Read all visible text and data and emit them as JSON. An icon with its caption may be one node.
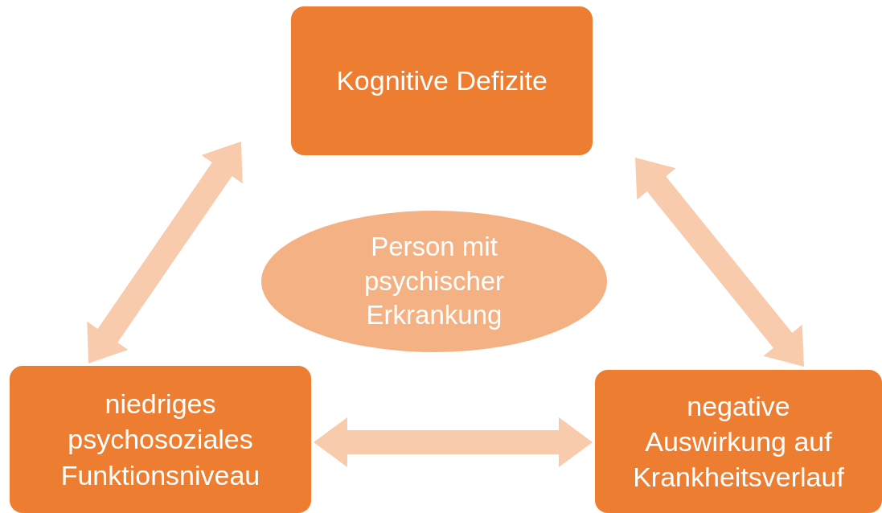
{
  "diagram": {
    "nodes": [
      {
        "text": [
          "Kognitive Defizite"
        ]
      },
      {
        "text": [
          "Person mit psychischer Erkrankung"
        ]
      },
      {
        "text": [
          "niedriges psychosoziales Funktionsniveau"
        ]
      },
      {
        "text": [
          "negative Auswirkung auf Krankheitsverlauf"
        ]
      }
    ],
    "edges": [
      {
        "from": 2,
        "to": 0,
        "arrow": "both",
        "style": "thick"
      },
      {
        "from": 0,
        "to": 3,
        "arrow": "both",
        "style": "thick"
      },
      {
        "from": 2,
        "to": 3,
        "arrow": "both",
        "style": "thick"
      }
    ]
  }
}
